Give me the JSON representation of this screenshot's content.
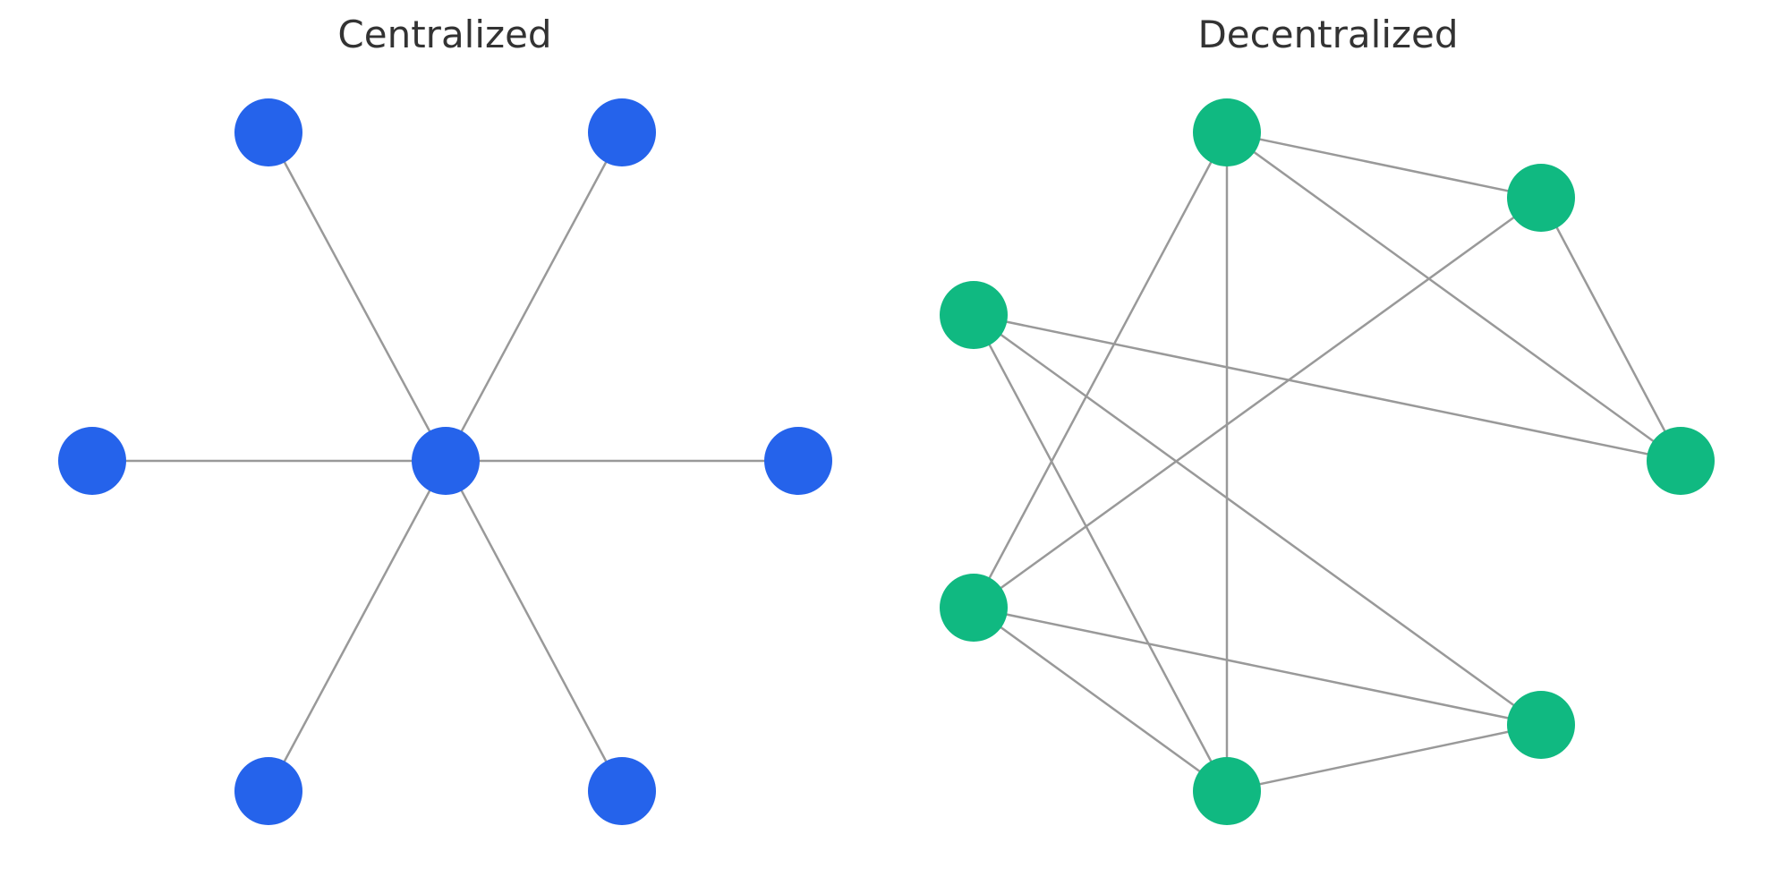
{
  "panels": [
    {
      "id": "centralized",
      "title": "Centralized",
      "node_color": "#2563eb",
      "edge_color": "#999999",
      "nodes": [
        "hub",
        "n1",
        "n2",
        "n3",
        "n4",
        "n5",
        "n6"
      ],
      "edges": [
        [
          "hub",
          "n1"
        ],
        [
          "hub",
          "n2"
        ],
        [
          "hub",
          "n3"
        ],
        [
          "hub",
          "n4"
        ],
        [
          "hub",
          "n5"
        ],
        [
          "hub",
          "n6"
        ]
      ]
    },
    {
      "id": "decentralized",
      "title": "Decentralized",
      "node_color": "#10b981",
      "edge_color": "#999999",
      "nodes": [
        "d1",
        "d2",
        "d3",
        "d4",
        "d5",
        "d6",
        "d7"
      ],
      "edges": [
        [
          "d1",
          "d2"
        ],
        [
          "d1",
          "d3"
        ],
        [
          "d1",
          "d5"
        ],
        [
          "d1",
          "d7"
        ],
        [
          "d2",
          "d3"
        ],
        [
          "d2",
          "d5"
        ],
        [
          "d3",
          "d4"
        ],
        [
          "d4",
          "d6"
        ],
        [
          "d4",
          "d7"
        ],
        [
          "d5",
          "d6"
        ],
        [
          "d5",
          "d7"
        ],
        [
          "d6",
          "d7"
        ]
      ]
    }
  ]
}
